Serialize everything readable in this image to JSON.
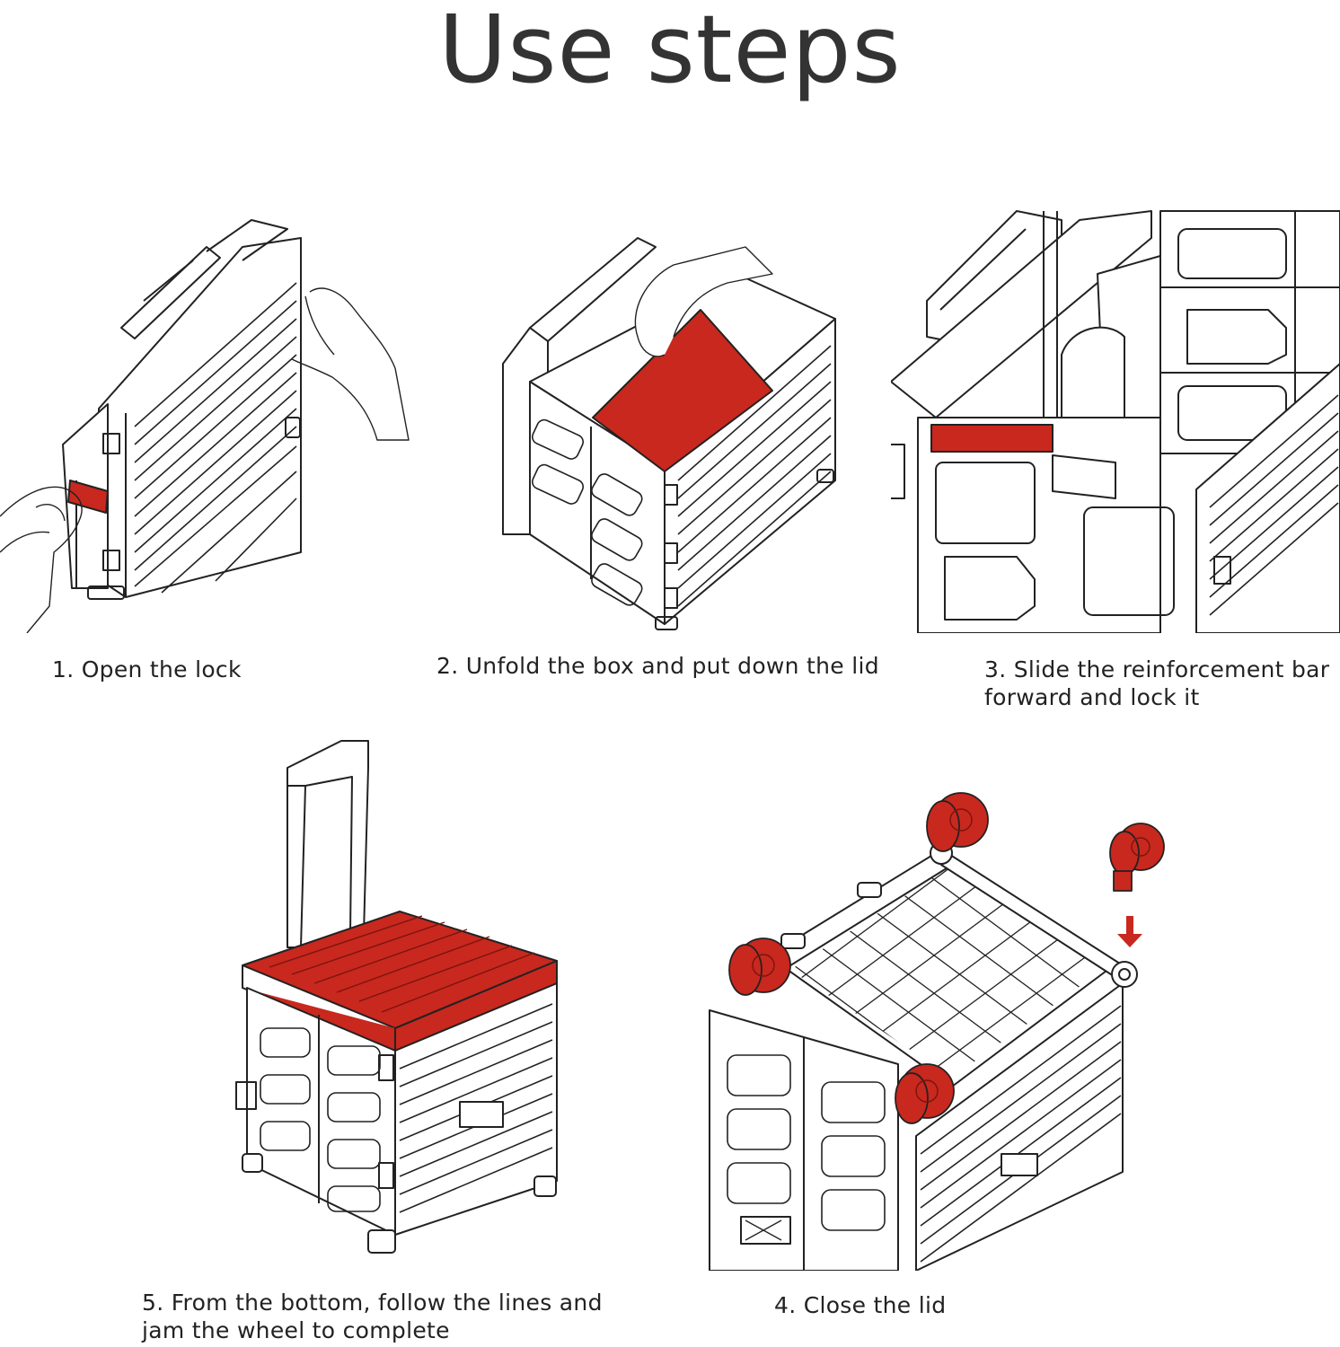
{
  "title": "Use steps",
  "steps": [
    {
      "caption": "1. Open the lock"
    },
    {
      "caption": "2. Unfold the box and put down the lid"
    },
    {
      "caption": "3. Slide the reinforcement bar forward and lock it"
    },
    {
      "caption": "4. Close the lid"
    },
    {
      "caption": "5. From the bottom, follow the lines and jam the wheel to complete"
    }
  ],
  "colors": {
    "accent": "#c8281e",
    "line": "#222222",
    "text": "#333333",
    "background": "#ffffff"
  }
}
